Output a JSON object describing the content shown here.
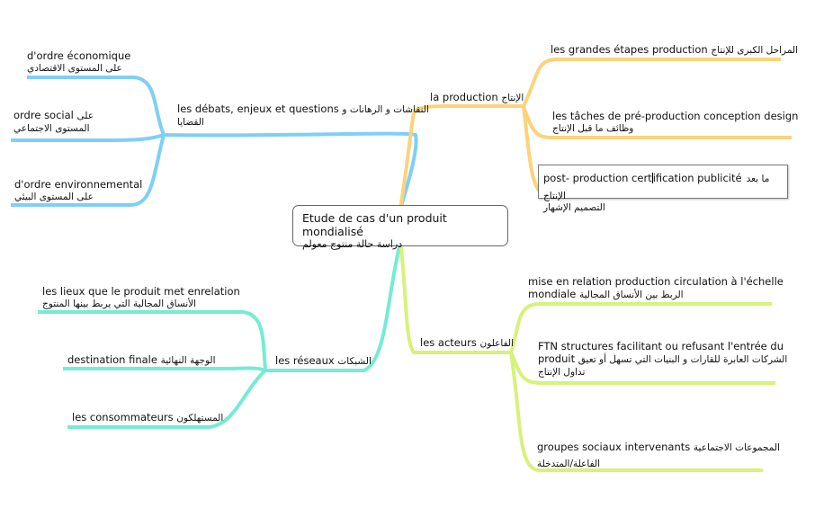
{
  "colors": {
    "blue": "#7ecff7",
    "orange": "#fbd37a",
    "cyan": "#74ecd5",
    "green": "#d6f27a"
  },
  "center": {
    "fr": "Etude de cas d'un produit mondialisé",
    "ar": "دراسة حالة منتوج معولم"
  },
  "debats": {
    "fr": "les débats, enjeux et questions",
    "ar": "النقاشات و الرهانات و القضايا",
    "children": [
      {
        "fr": "d'ordre économique",
        "ar": "على المستوى الاقتصادي"
      },
      {
        "fr": "ordre social",
        "ar": "على المستوى الاجتماعي"
      },
      {
        "fr": "d'ordre environnemental",
        "ar": "على المستوى البيئي"
      }
    ]
  },
  "production": {
    "fr": "la production",
    "ar": "الإنتاج",
    "children": [
      {
        "fr": "les grandes étapes  production",
        "ar": "المراحل الكبرى للإنتاج"
      },
      {
        "fr": "les tâches de pré-production conception  design",
        "ar": "وظائف ما قبل الإنتاج"
      },
      {
        "fr_a": "post- production cert",
        "fr_b": "ification publicité",
        "ar": "ما بعد الإنتاج التصميم الإشهار"
      }
    ]
  },
  "reseaux": {
    "fr": "les réseaux",
    "ar": "الشبكات",
    "children": [
      {
        "fr": "les lieux que le produit met enrelation",
        "ar": "الأنساق المجالية التي يربط بينها المنتوج"
      },
      {
        "fr": "destination finale",
        "ar": "الوجهة النهائية"
      },
      {
        "fr": "les consommateurs",
        "ar": "المستهلكون"
      }
    ]
  },
  "acteurs": {
    "fr": "les acteurs",
    "ar": "الفاعلون",
    "children": [
      {
        "fr1": "mise en relation production circulation à l'échelle",
        "fr2": "mondiale",
        "ar": "الربط بين الأنساق المجالية"
      },
      {
        "fr1": "FTN  structures facilitant ou refusant l'entrée du",
        "fr2": "produit",
        "ar1": "الشركات العابرة للقارات و البنيات التي تسهل أو تعيق",
        "ar2": "تداول الإنتاج"
      },
      {
        "fr": "groupes sociaux intervenants",
        "ar1": "المجموعات الاجتماعية",
        "ar2": "الفاعلة/المتدخلة"
      }
    ]
  }
}
